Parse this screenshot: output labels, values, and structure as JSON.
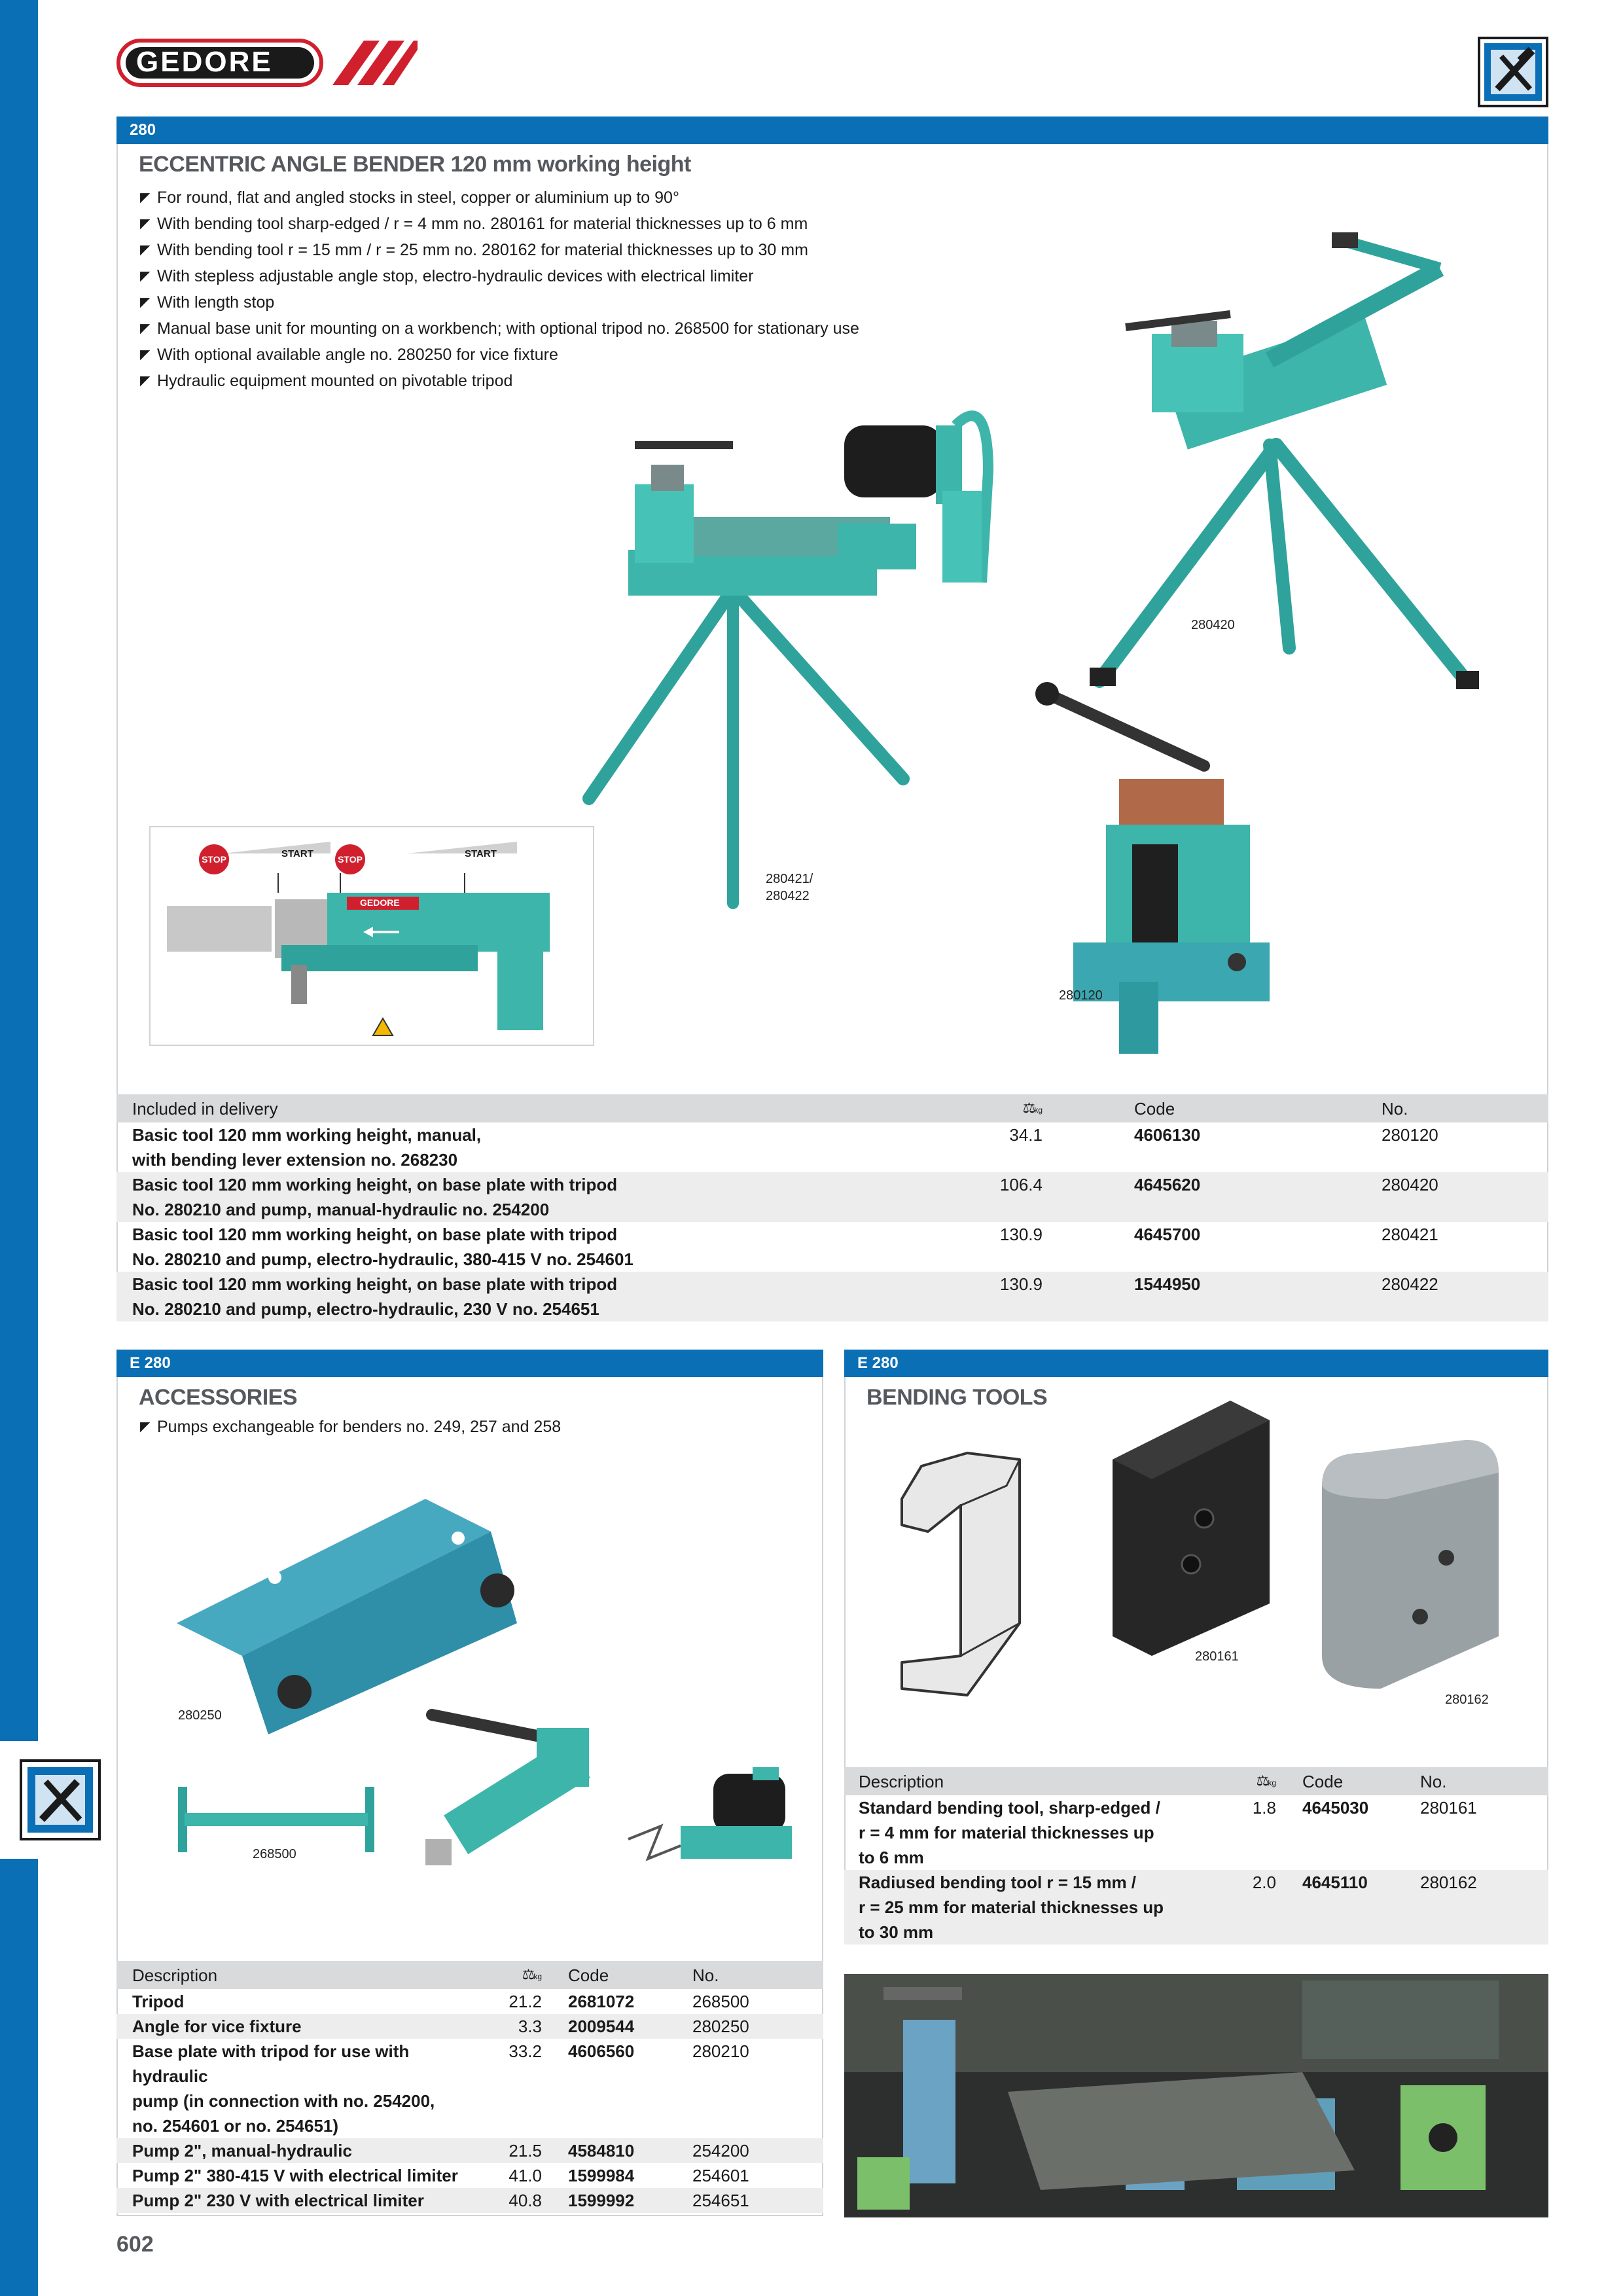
{
  "brand": {
    "name": "GEDORE",
    "color": "#d0202e"
  },
  "colors": {
    "accent": "#0a6fb5",
    "header_bg": "#d9dadc",
    "row_alt": "#ededee"
  },
  "page_number": "602",
  "main_section": {
    "code": "280",
    "title": "ECCENTRIC ANGLE BENDER 120 mm working height",
    "bullets": [
      "For round, flat and angled stocks in steel, copper or aluminium up to 90°",
      "With bending tool sharp-edged / r = 4 mm no. 280161 for material thicknesses up to 6 mm",
      "With bending tool r = 15 mm / r = 25 mm no. 280162 for material thicknesses up to 30 mm",
      "With stepless adjustable angle stop, electro-hydraulic devices with electrical limiter",
      "With length stop",
      "Manual base unit for mounting on a workbench; with optional tripod no. 268500 for stationary use",
      "With optional available angle no. 280250 for vice fixture",
      "Hydraulic equipment mounted on pivotable tripod"
    ],
    "captions": {
      "tripod_manual": "280420",
      "electro": "280421/\n280422",
      "manual": "280120"
    },
    "diagram": {
      "stop1": "STOP",
      "start1": "START",
      "stop2": "STOP",
      "start2": "START",
      "brand": "GEDORE"
    },
    "table": {
      "headers": {
        "desc": "Included in delivery",
        "weight": "kg",
        "code": "Code",
        "no": "No."
      },
      "rows": [
        {
          "desc1": "Basic tool 120 mm working height, manual,",
          "desc2": "with bending lever extension no. 268230",
          "weight": "34.1",
          "code": "4606130",
          "no": "280120"
        },
        {
          "desc1": "Basic tool 120 mm working height, on base plate with tripod",
          "desc2": "No. 280210 and pump, manual-hydraulic no. 254200",
          "weight": "106.4",
          "code": "4645620",
          "no": "280420"
        },
        {
          "desc1": "Basic tool 120 mm working height, on base plate with tripod",
          "desc2": "No. 280210 and pump, electro-hydraulic, 380-415 V no. 254601",
          "weight": "130.9",
          "code": "4645700",
          "no": "280421"
        },
        {
          "desc1": "Basic tool 120 mm working height, on base plate with tripod",
          "desc2": "No. 280210 and pump, electro-hydraulic, 230 V no. 254651",
          "weight": "130.9",
          "code": "1544950",
          "no": "280422"
        }
      ]
    }
  },
  "accessories": {
    "code": "E 280",
    "title": "ACCESSORIES",
    "bullets": [
      "Pumps exchangeable for benders no. 249, 257 and 258"
    ],
    "captions": {
      "angle": "280250",
      "tripod": "268500"
    },
    "table": {
      "headers": {
        "desc": "Description",
        "weight": "kg",
        "code": "Code",
        "no": "No."
      },
      "rows": [
        {
          "desc": [
            "Tripod"
          ],
          "weight": "21.2",
          "code": "2681072",
          "no": "268500"
        },
        {
          "desc": [
            "Angle for vice fixture"
          ],
          "weight": "3.3",
          "code": "2009544",
          "no": "280250"
        },
        {
          "desc": [
            "Base plate with tripod for use with hydraulic",
            "pump (in connection with no. 254200,",
            "no. 254601 or no. 254651)"
          ],
          "weight": "33.2",
          "code": "4606560",
          "no": "280210"
        },
        {
          "desc": [
            "Pump 2\", manual-hydraulic"
          ],
          "weight": "21.5",
          "code": "4584810",
          "no": "254200"
        },
        {
          "desc": [
            "Pump 2\" 380-415 V with electrical limiter"
          ],
          "weight": "41.0",
          "code": "1599984",
          "no": "254601"
        },
        {
          "desc": [
            "Pump 2\" 230 V with electrical limiter"
          ],
          "weight": "40.8",
          "code": "1599992",
          "no": "254651"
        }
      ]
    }
  },
  "bending_tools": {
    "code": "E 280",
    "title": "BENDING TOOLS",
    "captions": {
      "sharp": "280161",
      "radiused": "280162"
    },
    "table": {
      "headers": {
        "desc": "Description",
        "weight": "kg",
        "code": "Code",
        "no": "No."
      },
      "rows": [
        {
          "desc": [
            "Standard bending tool, sharp-edged /",
            "r = 4 mm for material thicknesses up",
            "to 6 mm"
          ],
          "weight": "1.8",
          "code": "4645030",
          "no": "280161"
        },
        {
          "desc": [
            "Radiused bending tool r = 15 mm /",
            "r = 25 mm for material thicknesses up",
            "to 30 mm"
          ],
          "weight": "2.0",
          "code": "4645110",
          "no": "280162"
        }
      ]
    }
  }
}
